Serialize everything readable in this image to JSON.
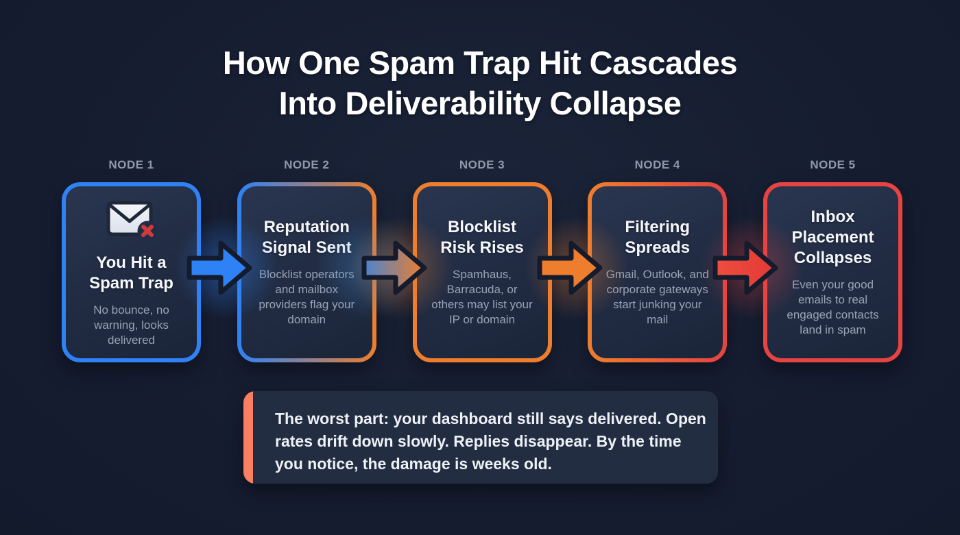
{
  "title": {
    "line1": "How One Spam Trap Hit Cascades",
    "line2": "Into Deliverability Collapse"
  },
  "nodes": [
    {
      "label": "NODE 1",
      "title": "You Hit a Spam Trap",
      "description": "No bounce, no warning, looks delivered",
      "icon": "email-error-icon",
      "accent_from": "#2e82f6",
      "accent_to": "#2e82f6"
    },
    {
      "label": "NODE 2",
      "title": "Reputation Signal Sent",
      "description": "Blocklist operators and mailbox providers flag your domain",
      "accent_from": "#2e82f6",
      "accent_to": "#ee7e2e"
    },
    {
      "label": "NODE 3",
      "title": "Blocklist Risk Rises",
      "description": "Spamhaus, Barracuda, or others may list your IP or domain",
      "accent_from": "#ee7e2e",
      "accent_to": "#ee7e2e"
    },
    {
      "label": "NODE 4",
      "title": "Filtering Spreads",
      "description": "Gmail, Outlook, and corporate gateways start junking your mail",
      "accent_from": "#ee7e2e",
      "accent_to": "#e64341"
    },
    {
      "label": "NODE 5",
      "title": "Inbox Placement Collapses",
      "description": "Even your good emails to real engaged contacts land in spam",
      "accent_from": "#e64341",
      "accent_to": "#e64341"
    }
  ],
  "arrows": [
    {
      "name": "arrow-1",
      "color_from": "#2f82f5",
      "color_to": "#2f82f5"
    },
    {
      "name": "arrow-2",
      "color_from": "#4b84cf",
      "color_to": "#ee7e2e"
    },
    {
      "name": "arrow-3",
      "color_from": "#ee7e2e",
      "color_to": "#ee7e2e"
    },
    {
      "name": "arrow-4",
      "color_from": "#ef4e3e",
      "color_to": "#e23936"
    }
  ],
  "callout": {
    "text": "The worst part: your dashboard still says delivered. Open rates drift down slowly. Replies disappear. By the time you notice, the damage is weeks old.",
    "accent_color": "#f97e62"
  },
  "colors": {
    "background": "#161d31",
    "card_fill": "#222d45",
    "node_label": "#9099ac",
    "node_title": "#f5f7fb",
    "node_description": "#9aa3b5",
    "title_text": "#ffffff",
    "callout_text": "#eef1f6",
    "blue": "#2e82f6",
    "orange": "#ee7e2e",
    "red": "#e64341",
    "x_mark_red": "#cf3b3c"
  }
}
